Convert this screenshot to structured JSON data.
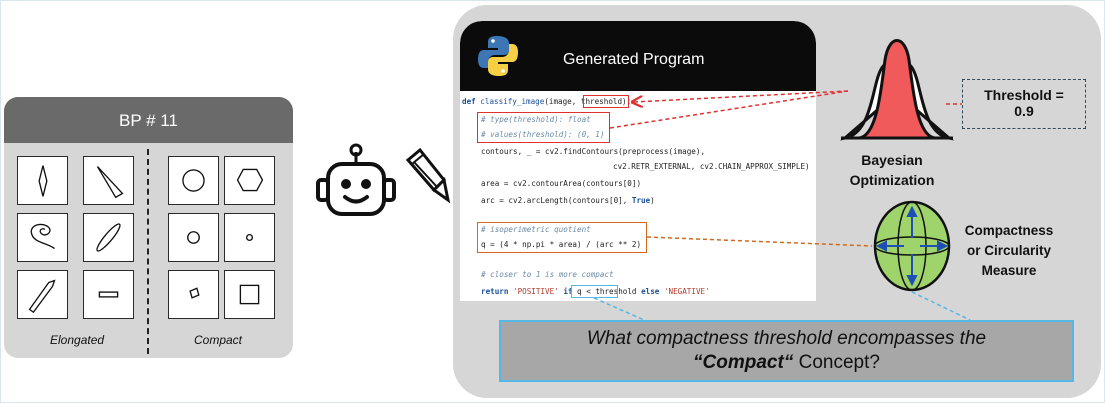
{
  "bongard": {
    "title": "BP # 11",
    "left_label": "Elongated",
    "right_label": "Compact"
  },
  "program": {
    "title": "Generated Program",
    "lines": {
      "l1_kw": "def",
      "l1_fn": "classify_image",
      "l1_args": "(image, ",
      "l1_param": "threshold",
      "l1_end": "):",
      "l2": "# type(threshold): float",
      "l3": "# values(threshold): (0, 1)",
      "l4": "contours, _ = cv2.findContours(preprocess(image),",
      "l5": "cv2.RETR_EXTERNAL, cv2.CHAIN_APPROX_SIMPLE)",
      "l6": "area = cv2.contourArea(contours[0])",
      "l7a": "arc = cv2.arcLength(contours[0], ",
      "l7b": "True",
      "l7c": ")",
      "l8": "# isoperimetric quotient",
      "l9": "q = (4 * np.pi * area) / (arc ** 2)",
      "l10": "# closer to 1 is more compact",
      "l11_kw": "return",
      "l11_pos": "'POSITIVE'",
      "l11_if": "if",
      "l11_q": "q <",
      "l11_th": "threshold",
      "l11_else": "else",
      "l11_neg": "'NEGATIVE'"
    }
  },
  "threshold": {
    "line1": "Threshold =",
    "line2": "0.9"
  },
  "bayes": {
    "line1": "Bayesian",
    "line2": "Optimization"
  },
  "compactness": {
    "line1": "Compactness",
    "line2": "or Circularity",
    "line3": "Measure"
  },
  "question": {
    "line1": "What compactness threshold encompasses the",
    "line2_bold": "“Compact“",
    "line2_rest": " Concept?"
  },
  "colors": {
    "red_box": "#e03030",
    "orange_box": "#d2691e",
    "blue_box": "#56b6e4",
    "bell_fill": "#f05a5a",
    "sphere_fill": "#9ed46b"
  },
  "icons": [
    "python-logo-icon",
    "robot-icon",
    "pencil-icon",
    "bell-curve-icon",
    "sphere-icon"
  ]
}
